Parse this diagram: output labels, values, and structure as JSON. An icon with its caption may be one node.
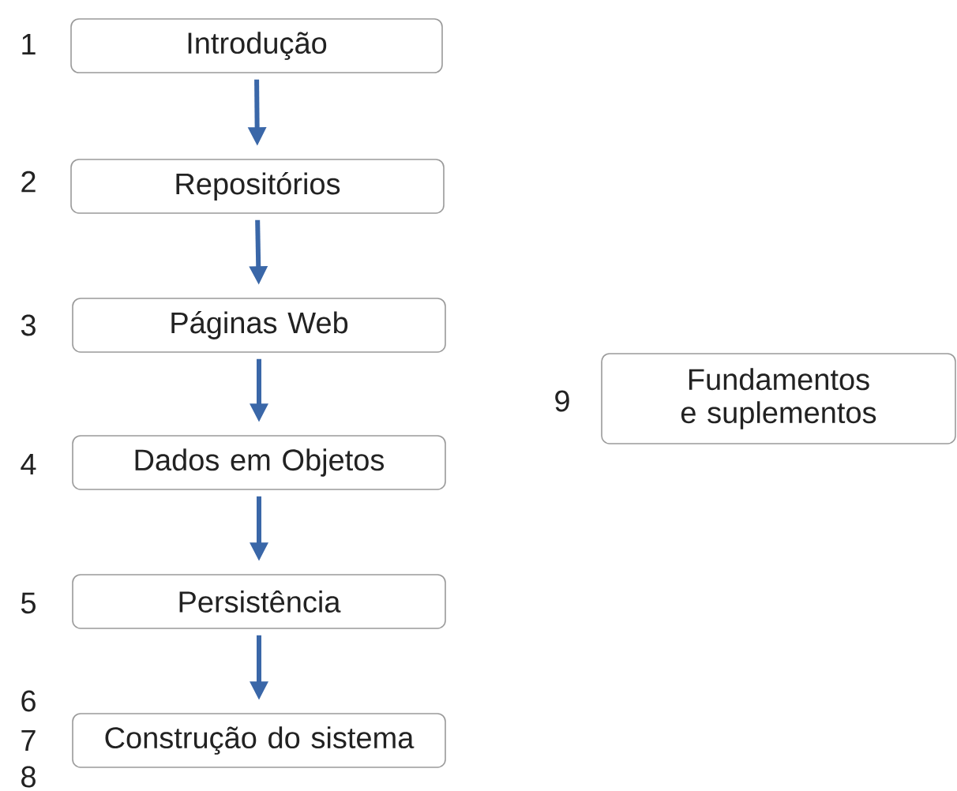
{
  "diagram": {
    "nodes": [
      {
        "text": [
          "Introdução"
        ],
        "beside": [
          "1"
        ]
      },
      {
        "text": [
          "Repositórios"
        ],
        "beside": [
          "2"
        ]
      },
      {
        "text": [
          "Páginas Web"
        ],
        "beside": [
          "3"
        ]
      },
      {
        "text": [
          "Dados em Objetos"
        ],
        "beside": [
          "4"
        ]
      },
      {
        "text": [
          "Persistência"
        ],
        "beside": [
          "5"
        ]
      },
      {
        "text": [
          "Construção do sistema"
        ],
        "beside": [
          "6",
          "7",
          "8"
        ]
      },
      {
        "text": [
          "Fundamentos e suplementos"
        ],
        "beside": [
          "9"
        ]
      }
    ],
    "edges": [
      {
        "from": 0,
        "to": 1,
        "arrow": "to"
      },
      {
        "from": 1,
        "to": 2,
        "arrow": "to"
      },
      {
        "from": 2,
        "to": 3,
        "arrow": "to"
      },
      {
        "from": 3,
        "to": 4,
        "arrow": "to"
      },
      {
        "from": 4,
        "to": 5,
        "arrow": "to"
      }
    ]
  }
}
